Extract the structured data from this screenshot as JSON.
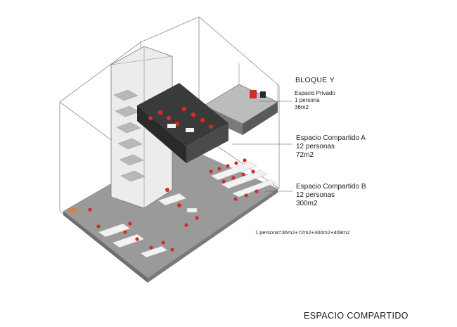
{
  "labels": {
    "block_title": "BLOQUE Y",
    "private": {
      "name": "Espacio Privado",
      "people": "1 persona",
      "area": "36m2"
    },
    "shared_a": {
      "name": "Espacio Compartido A",
      "people": "12 personas",
      "area": "72m2"
    },
    "shared_b": {
      "name": "Espacio Compartido B",
      "people": "12 personas",
      "area": "300m2"
    },
    "formula": "1 persona=36m2+72m2+300m2+408m2",
    "main_title": "ESPACIO COMPARTIDO"
  },
  "colors": {
    "floor": "#9a9a9a",
    "floor_light": "#b5b5b5",
    "mezzanine": "#3a3a3a",
    "accent_red": "#d42a2a",
    "glass_line": "#8a8a8a",
    "white_furniture": "#f2f2f2"
  }
}
